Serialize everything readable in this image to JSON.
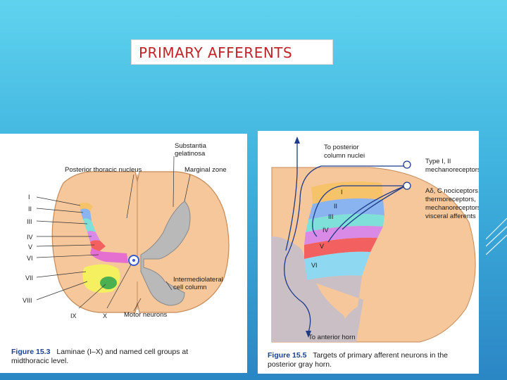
{
  "slide": {
    "title": "PRIMARY AFFERENTS"
  },
  "figure1": {
    "labels": {
      "substantia": "Substantia",
      "gelatinosa": "gelatinosa",
      "posterior_thoracic": "Posterior thoracic nucleus",
      "marginal_zone": "Marginal zone",
      "intermediolateral_1": "Intermediolateral",
      "intermediolateral_2": "cell column",
      "motor_neurons": "Motor neurons"
    },
    "laminae": [
      "I",
      "II",
      "III",
      "IV",
      "V",
      "VI",
      "VII",
      "VIII",
      "IX",
      "X"
    ],
    "caption_number": "Figure 15.3",
    "caption_line1": "Laminae (I–X) and named cell groups at",
    "caption_line2": "midthoracic level."
  },
  "figure2": {
    "labels": {
      "to_posterior_1": "To posterior",
      "to_posterior_2": "column nuclei",
      "type_1": "Type I, II",
      "type_2": "mechanoreceptors",
      "noci_1": "Aδ, C nociceptors,",
      "noci_2": "thermoreceptors,",
      "noci_3": "mechanoreceptors,",
      "noci_4": "visceral afferents",
      "to_anterior": "To anterior horn"
    },
    "laminae": [
      "I",
      "II",
      "III",
      "IV",
      "V",
      "VI"
    ],
    "caption_number": "Figure 15.5",
    "caption_line1": "Targets of primary afferent neurons in the",
    "caption_line2": "posterior gray horn."
  },
  "colors": {
    "lamina_I": "#f7c36a",
    "lamina_II": "#8ab4f0",
    "lamina_III": "#7ee0d8",
    "lamina_IV": "#d88ae6",
    "lamina_V": "#f26060",
    "lamina_VI": "#8fd8f2",
    "lamina_VII": "#f4f060",
    "lamina_IX": "#4caf50",
    "gray_matter": "#b9b9b9",
    "white_matter": "#f6c79a",
    "title_text": "#c0242a"
  }
}
